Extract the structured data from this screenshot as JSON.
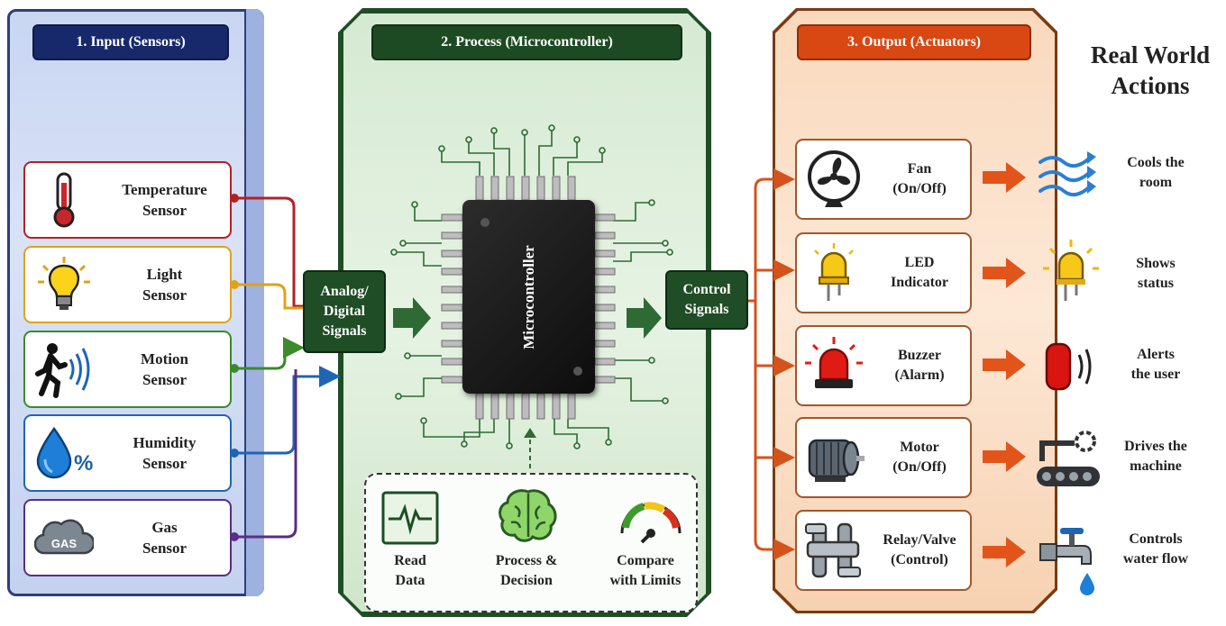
{
  "panels": {
    "input_header": "1. Input (Sensors)",
    "process_header": "2. Process (Microcontroller)",
    "output_header": "3. Output (Actuators)"
  },
  "real_world": {
    "line1": "Real World",
    "line2": "Actions"
  },
  "sensors": [
    {
      "line1": "Temperature",
      "line2": "Sensor",
      "icon": "thermometer-icon",
      "color": "#b52025"
    },
    {
      "line1": "Light",
      "line2": "Sensor",
      "icon": "lightbulb-icon",
      "color": "#e0a21a"
    },
    {
      "line1": "Motion",
      "line2": "Sensor",
      "icon": "motion-icon",
      "color": "#3b8a2c"
    },
    {
      "line1": "Humidity",
      "line2": "Sensor",
      "icon": "water-drop-icon",
      "color": "#1e65b5"
    },
    {
      "line1": "Gas",
      "line2": "Sensor",
      "icon": "gas-cloud-icon",
      "color": "#5a2d86",
      "icon_text": "GAS"
    }
  ],
  "signals": {
    "analog": {
      "line1": "Analog/",
      "line2": "Digital",
      "line3": "Signals"
    },
    "control": {
      "line1": "Control",
      "line2": "Signals"
    }
  },
  "microcontroller": {
    "label": "Microcontroller"
  },
  "process_steps": [
    {
      "line1": "Read",
      "line2": "Data",
      "icon": "waveform-icon"
    },
    {
      "line1": "Process &",
      "line2": "Decision",
      "icon": "brain-icon"
    },
    {
      "line1": "Compare",
      "line2": "with Limits",
      "icon": "gauge-icon"
    }
  ],
  "actuators": [
    {
      "line1": "Fan",
      "line2": "(On/Off)",
      "icon": "fan-icon"
    },
    {
      "line1": "LED",
      "line2": "Indicator",
      "icon": "led-icon"
    },
    {
      "line1": "Buzzer",
      "line2": "(Alarm)",
      "icon": "alarm-light-icon"
    },
    {
      "line1": "Motor",
      "line2": "(On/Off)",
      "icon": "motor-icon"
    },
    {
      "line1": "Relay/Valve",
      "line2": "(Control)",
      "icon": "relay-valve-icon"
    }
  ],
  "actions": [
    {
      "line1": "Cools the",
      "line2": "room",
      "icon": "air-flow-icon"
    },
    {
      "line1": "Shows",
      "line2": "status",
      "icon": "glowing-led-icon"
    },
    {
      "line1": "Alerts",
      "line2": "the user",
      "icon": "ringing-alarm-icon"
    },
    {
      "line1": "Drives the",
      "line2": "machine",
      "icon": "conveyor-icon"
    },
    {
      "line1": "Controls",
      "line2": "water flow",
      "icon": "tap-icon"
    }
  ],
  "colors": {
    "input_blue": "#17296b",
    "process_green": "#1d4a22",
    "output_orange": "#d94712",
    "arrow_orange": "#e2541a"
  }
}
